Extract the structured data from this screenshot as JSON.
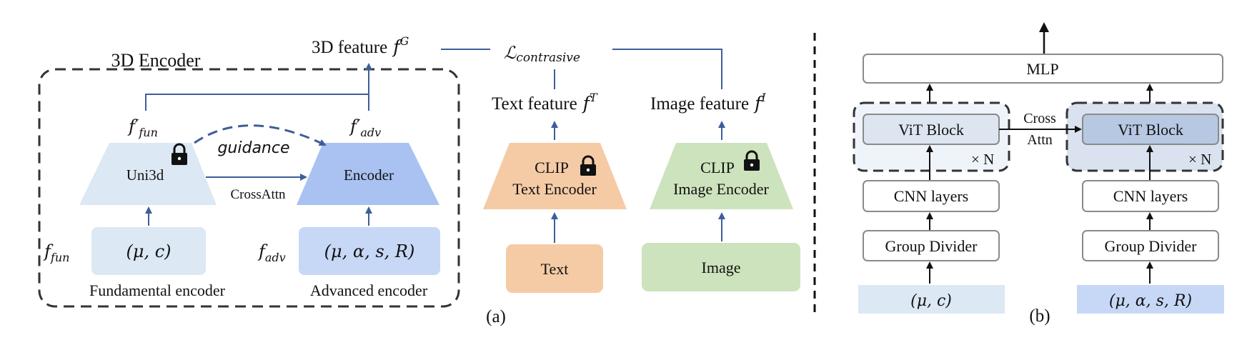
{
  "panel_a": {
    "encoder_title": "3D Encoder",
    "feature_3d": "3D feature",
    "feature_3d_sym": "f",
    "feature_3d_sup": "G",
    "loss_sym": "ℒ",
    "loss_sub": "contrasive",
    "text_feature": "Text feature",
    "text_feature_sym": "f",
    "text_feature_sup": "T",
    "image_feature": "Image feature",
    "image_feature_sym": "f",
    "image_feature_sup": "I",
    "f_fun_prime": "f′",
    "f_fun_prime_sub": "fun",
    "f_adv_prime": "f′",
    "f_adv_prime_sub": "adv",
    "guidance": "guidance",
    "uni3d": "Uni3d",
    "encoder": "Encoder",
    "cross_attn": "CrossAttn",
    "clip_text_line1": "CLIP",
    "clip_text_line2": "Text Encoder",
    "clip_image_line1": "CLIP",
    "clip_image_line2": "Image Encoder",
    "f_fun": "f",
    "f_fun_sub": "fun",
    "f_adv": "f",
    "f_adv_sub": "adv",
    "fun_input": "(μ, c)",
    "adv_input": "(μ, α, s, R)",
    "text_input": "Text",
    "image_input": "Image",
    "fundamental_label": "Fundamental encoder",
    "advanced_label": "Advanced encoder",
    "caption": "(a)"
  },
  "panel_b": {
    "mlp": "MLP",
    "vit_block_left": "ViT Block",
    "vit_block_right": "ViT Block",
    "repeat_left": "× N",
    "repeat_right": "× N",
    "cross_line1": "Cross",
    "cross_line2": "Attn",
    "cnn_left": "CNN layers",
    "cnn_right": "CNN layers",
    "group_left": "Group Divider",
    "group_right": "Group Divider",
    "input_left": "(μ, c)",
    "input_right": "(μ, α, s, R)",
    "caption": "(b)"
  },
  "colors": {
    "arrow": "#3f5d9a",
    "light_blue": "#dce8f4",
    "mid_blue": "#c7d8f7",
    "encoder_blue": "#a9c2f2",
    "orange": "#f5cba5",
    "green": "#cde3bd",
    "vit_left": "#dde5f1",
    "vit_right": "#b7c8e3",
    "box_stroke": "#8a8a8a"
  }
}
